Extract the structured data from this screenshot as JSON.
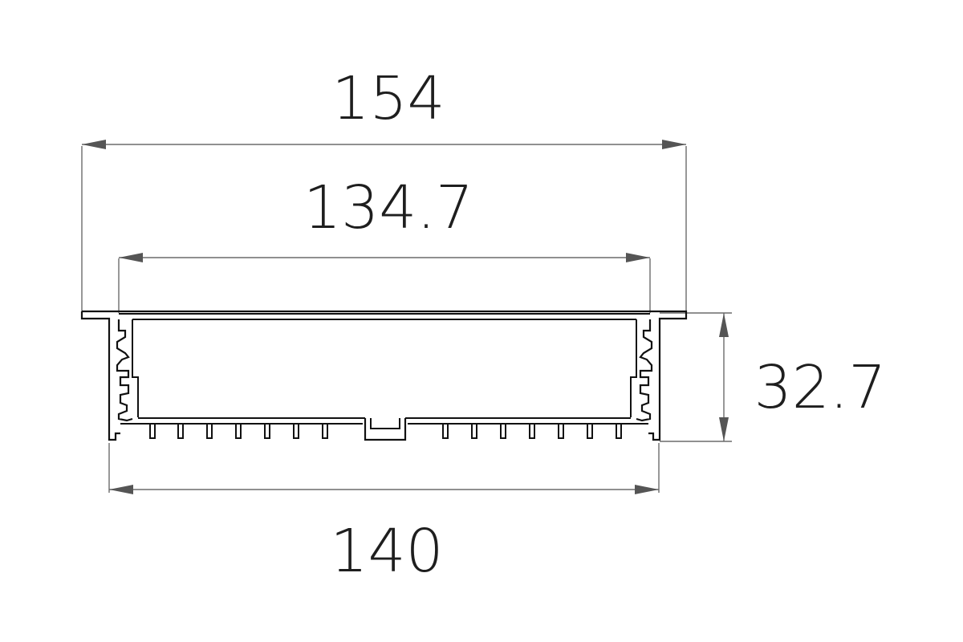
{
  "drawing": {
    "dimensions": {
      "overall_width": "154",
      "inner_width": "134.7",
      "body_width": "140",
      "height": "32.7"
    },
    "colors": {
      "profile": "#111111",
      "dimension_line": "#6b6b6b",
      "text": "#1e1e1e"
    }
  }
}
